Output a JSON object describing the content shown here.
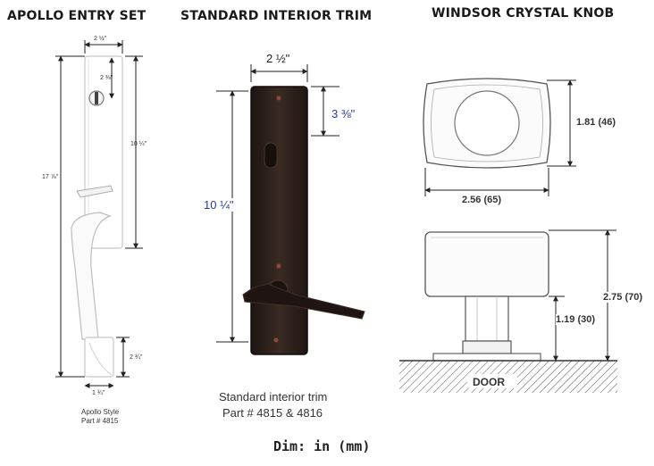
{
  "apollo": {
    "title": "APOLLO ENTRY SET",
    "dim_width": "2 ½\"",
    "dim_lock": "2 ⅜\"",
    "dim_upper": "10 ¼\"",
    "dim_total": "17 ⅞\"",
    "dim_base_height": "2 ¾\"",
    "dim_base_width": "1 ¾\"",
    "caption_line1": "Apollo Style",
    "caption_line2": "Part # 4815"
  },
  "trim": {
    "title": "STANDARD INTERIOR TRIM",
    "dim_width": "2 ½\"",
    "dim_top": "3 ⅜\"",
    "dim_height": "10 ¼\"",
    "caption_line1": "Standard interior trim",
    "caption_line2": "Part # 4815 & 4816"
  },
  "knob": {
    "title": "WINDSOR CRYSTAL KNOB",
    "dim_height_face": "1.81 (46)",
    "dim_width_face": "2.56 (65)",
    "dim_neck": "1.19 (30)",
    "dim_projection": "2.75 (70)",
    "door_label": "DOOR"
  },
  "footer": {
    "units": "Dim: in (mm)"
  },
  "colors": {
    "dim_blue": "#2a3a9c",
    "bronze_dark": "#2b1f1a",
    "line": "#333333"
  }
}
